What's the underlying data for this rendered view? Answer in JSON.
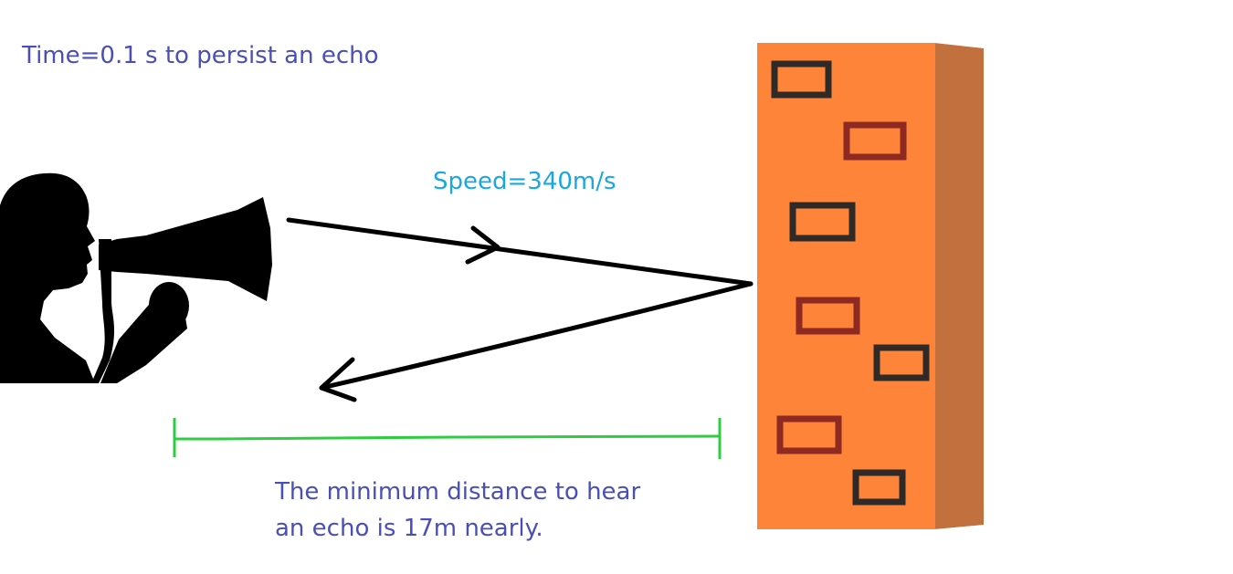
{
  "labels": {
    "time": "Time=0.1 s to persist an echo",
    "speed": "Speed=340m/s",
    "caption_line1": "The minimum distance to hear",
    "caption_line2": "an echo is 17m nearly."
  },
  "colors": {
    "time_text": "#4a4fb8",
    "speed_text": "#1aa7e0",
    "caption_text": "#4a4fb8",
    "distance_line": "#2ecc40",
    "wall_front": "#fd8438",
    "wall_side": "#c2703d",
    "brick_dark": "#2f2a28",
    "brick_red": "#8f2a22",
    "sound_path": "#000000"
  },
  "icons": {
    "person": "person-with-megaphone-silhouette",
    "wall": "brick-wall"
  }
}
